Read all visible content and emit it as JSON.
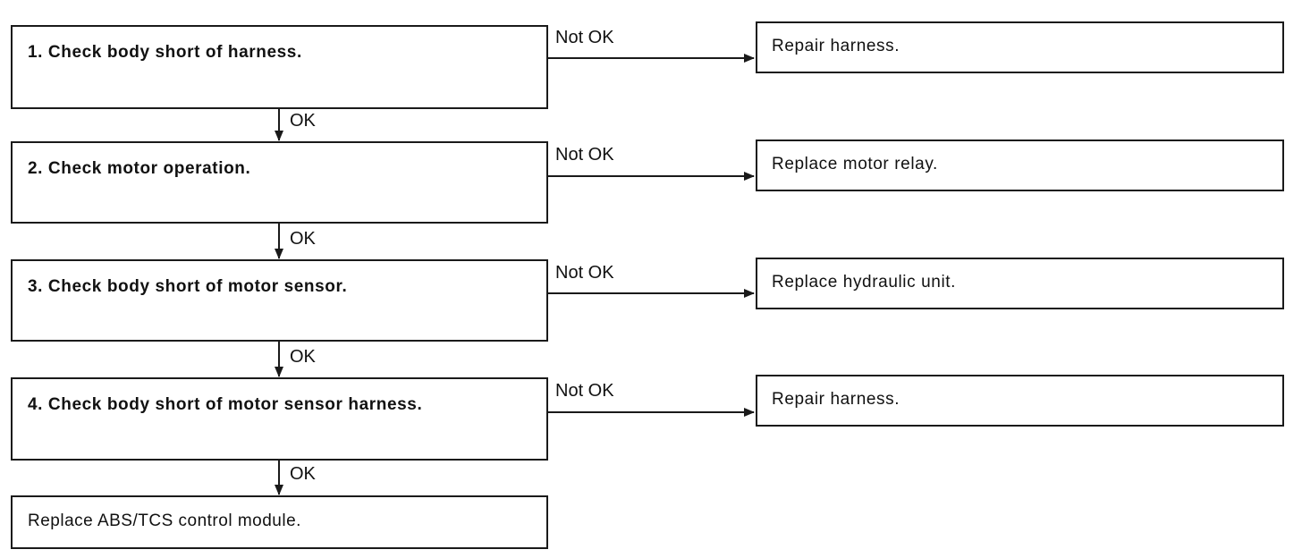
{
  "steps": [
    {
      "text": "1.  Check body short of harness."
    },
    {
      "text": "2.  Check motor operation."
    },
    {
      "text": "3.  Check body short of motor sensor."
    },
    {
      "text": "4.  Check body short of motor sensor harness."
    }
  ],
  "actions": [
    {
      "text": "Repair harness."
    },
    {
      "text": "Replace motor relay."
    },
    {
      "text": "Replace hydraulic unit."
    },
    {
      "text": "Repair harness."
    }
  ],
  "final": {
    "text": "Replace ABS/TCS control module."
  },
  "labels": {
    "not_ok": "Not OK",
    "ok": "OK"
  },
  "colors": {
    "line": "#1a1a1a",
    "background": "#ffffff"
  }
}
